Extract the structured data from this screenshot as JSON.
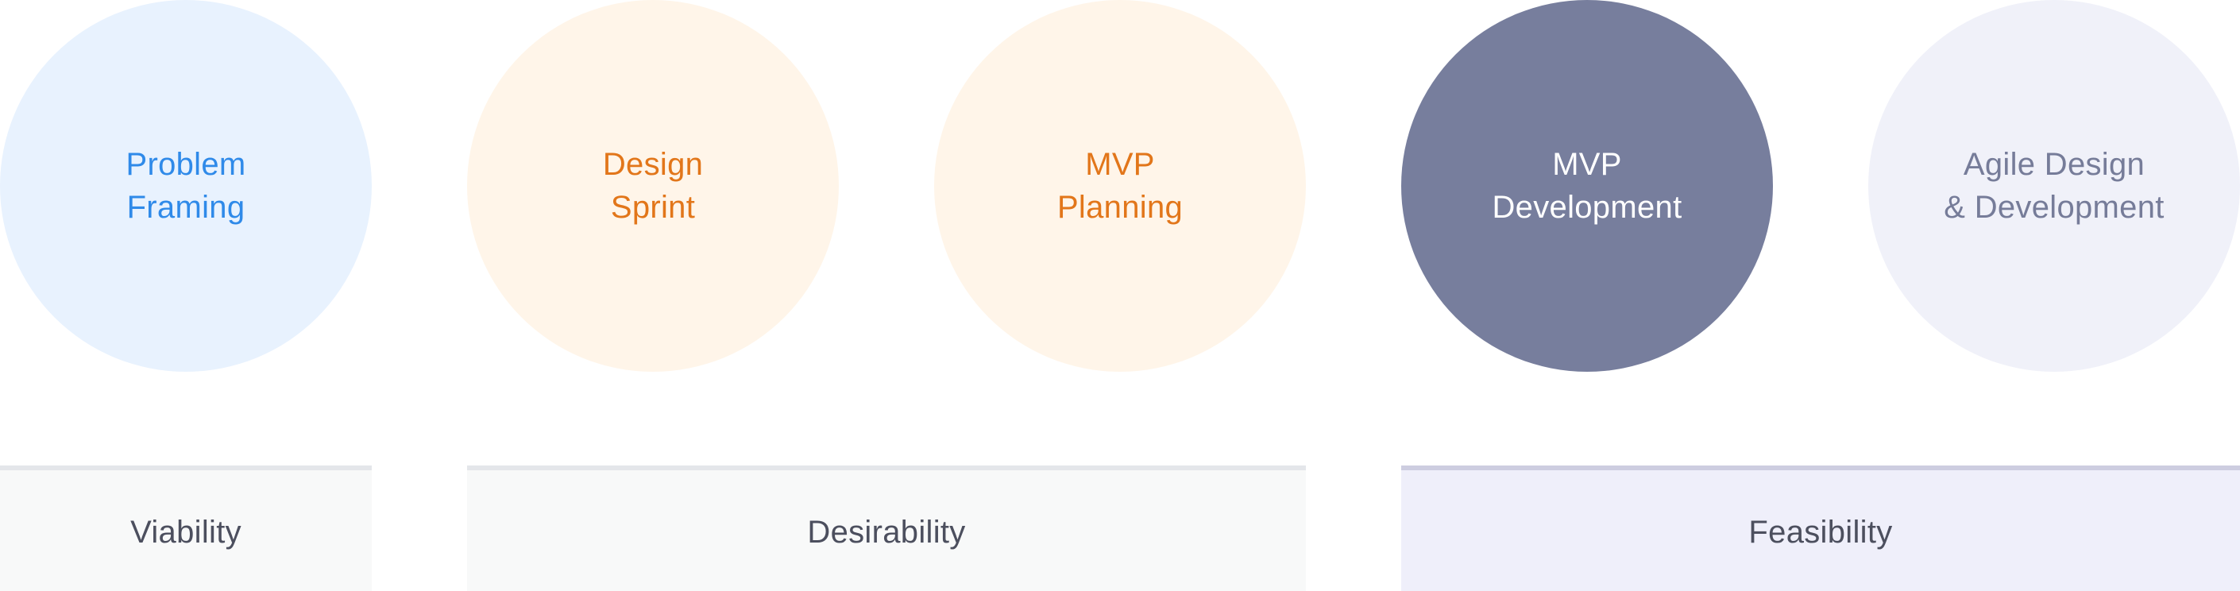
{
  "stages": [
    {
      "line1": "Problem",
      "line2": "Framing",
      "fill": "#e8f2fe",
      "text_color": "#2f8ae9"
    },
    {
      "line1": "Design",
      "line2": "Sprint",
      "fill": "#fff5e9",
      "text_color": "#e2761a"
    },
    {
      "line1": "MVP",
      "line2": "Planning",
      "fill": "#fff5e9",
      "text_color": "#e2761a"
    },
    {
      "line1": "MVP",
      "line2": "Development",
      "fill": "#777e9d",
      "text_color": "#ffffff"
    },
    {
      "line1": "Agile Design",
      "line2": "& Development",
      "fill": "#f0f1f9",
      "text_color": "#767c99"
    }
  ],
  "categories": [
    {
      "label": "Viability",
      "fill": "#f8f9f9",
      "border": "#e4e6ea"
    },
    {
      "label": "Desirability",
      "fill": "#f8f9f9",
      "border": "#e4e6ea"
    },
    {
      "label": "Feasibility",
      "fill": "#efeffa",
      "border": "#cdcde0"
    }
  ]
}
